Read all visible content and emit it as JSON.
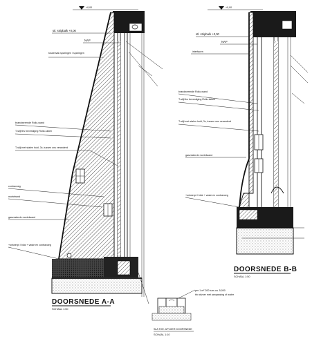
{
  "section_a": {
    "title": "DOORSNEDE A-A",
    "scale": "SCHAAL 1:50",
    "top_level": "+0,00",
    "labels": {
      "steel_beam_top": "stl. stripbalk +0,00",
      "nap": "NAP",
      "services": "tussenvak sparingen / sparingen",
      "fire_wall": "brandwerende Rollo-wand",
      "t_profile": "T-stijl tbv bevestiging Rollo-luiken",
      "t_profile_steel": "T-stijl met stalen huid, 3x, tussen ons veranderd",
      "tank": "contravoeg",
      "mortar": "mortelrand",
      "insulation": "gasvesterde mortelwand",
      "foundation": "+ontwerpt / blok + vaste en contravoeg"
    }
  },
  "section_b": {
    "title": "DOORSNEDE B-B",
    "scale": "SCHAAL 1:50",
    "top_level": "+0,00",
    "labels": {
      "steel_beam_top": "stl. stripbalk +0,00",
      "nap": "NAP",
      "interface": "interfacen",
      "fire_wall": "brandwerende Rollo-wand",
      "t_profile": "T-stijl tbv bevestiging Rollo-luiken",
      "t_profile_steel": "T-stijl met stalen huid, 3x, tussen ons veranderd",
      "insulation": "gasvesterde mortelwand",
      "foundation": "+ontwerpt / blok + vaste en contravoeg"
    }
  },
  "detail": {
    "note_1": "per 1 m² 200 tuzs ca. 5,000",
    "note_2": "tbv afvoer met aanpassing of water",
    "title": "SLA TOE. AFVOER DOORSNEDE",
    "scale": "SCHAAL 1:10"
  }
}
